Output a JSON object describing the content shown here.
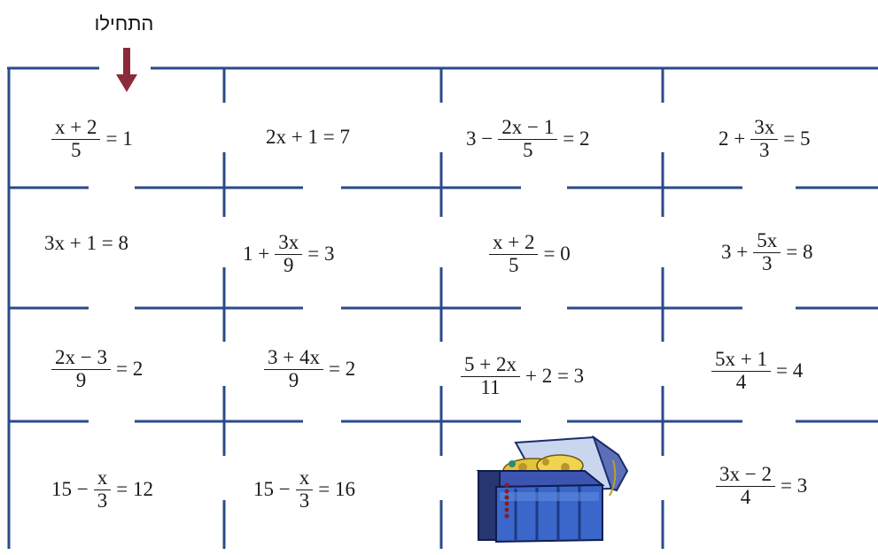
{
  "start_label": "התחילו",
  "colors": {
    "grid": "#2b4a8b",
    "arrow": "#8b2a3a"
  },
  "cells": {
    "r1c1": {
      "num": "x + 2",
      "den": "5",
      "post": "= 1"
    },
    "r1c2": {
      "text": "2x + 1 = 7"
    },
    "r1c3": {
      "pre": "3 −",
      "num": "2x − 1",
      "den": "5",
      "post": "= 2"
    },
    "r1c4": {
      "pre": "2 +",
      "num": "3x",
      "den": "3",
      "post": "= 5"
    },
    "r2c1": {
      "text": "3x + 1 = 8"
    },
    "r2c2": {
      "pre": "1 +",
      "num": "3x",
      "den": "9",
      "post": "= 3"
    },
    "r2c3": {
      "num": "x + 2",
      "den": "5",
      "post": "= 0"
    },
    "r2c4": {
      "pre": "3 +",
      "num": "5x",
      "den": "3",
      "post": "= 8"
    },
    "r3c1": {
      "num": "2x − 3",
      "den": "9",
      "post": "= 2"
    },
    "r3c2": {
      "num": "3 + 4x",
      "den": "9",
      "post": "= 2"
    },
    "r3c3": {
      "num": "5 + 2x",
      "den": "11",
      "post": "+ 2 = 3"
    },
    "r3c4": {
      "num": "5x + 1",
      "den": "4",
      "post": "= 4"
    },
    "r4c1": {
      "pre": "15 −",
      "num": "x",
      "den": "3",
      "post": "= 12"
    },
    "r4c2": {
      "pre": "15 −",
      "num": "x",
      "den": "3",
      "post": "= 16"
    },
    "r4c4": {
      "num": "3x − 2",
      "den": "4",
      "post": "= 3"
    }
  },
  "treasure_icon": "treasure-chest-icon"
}
